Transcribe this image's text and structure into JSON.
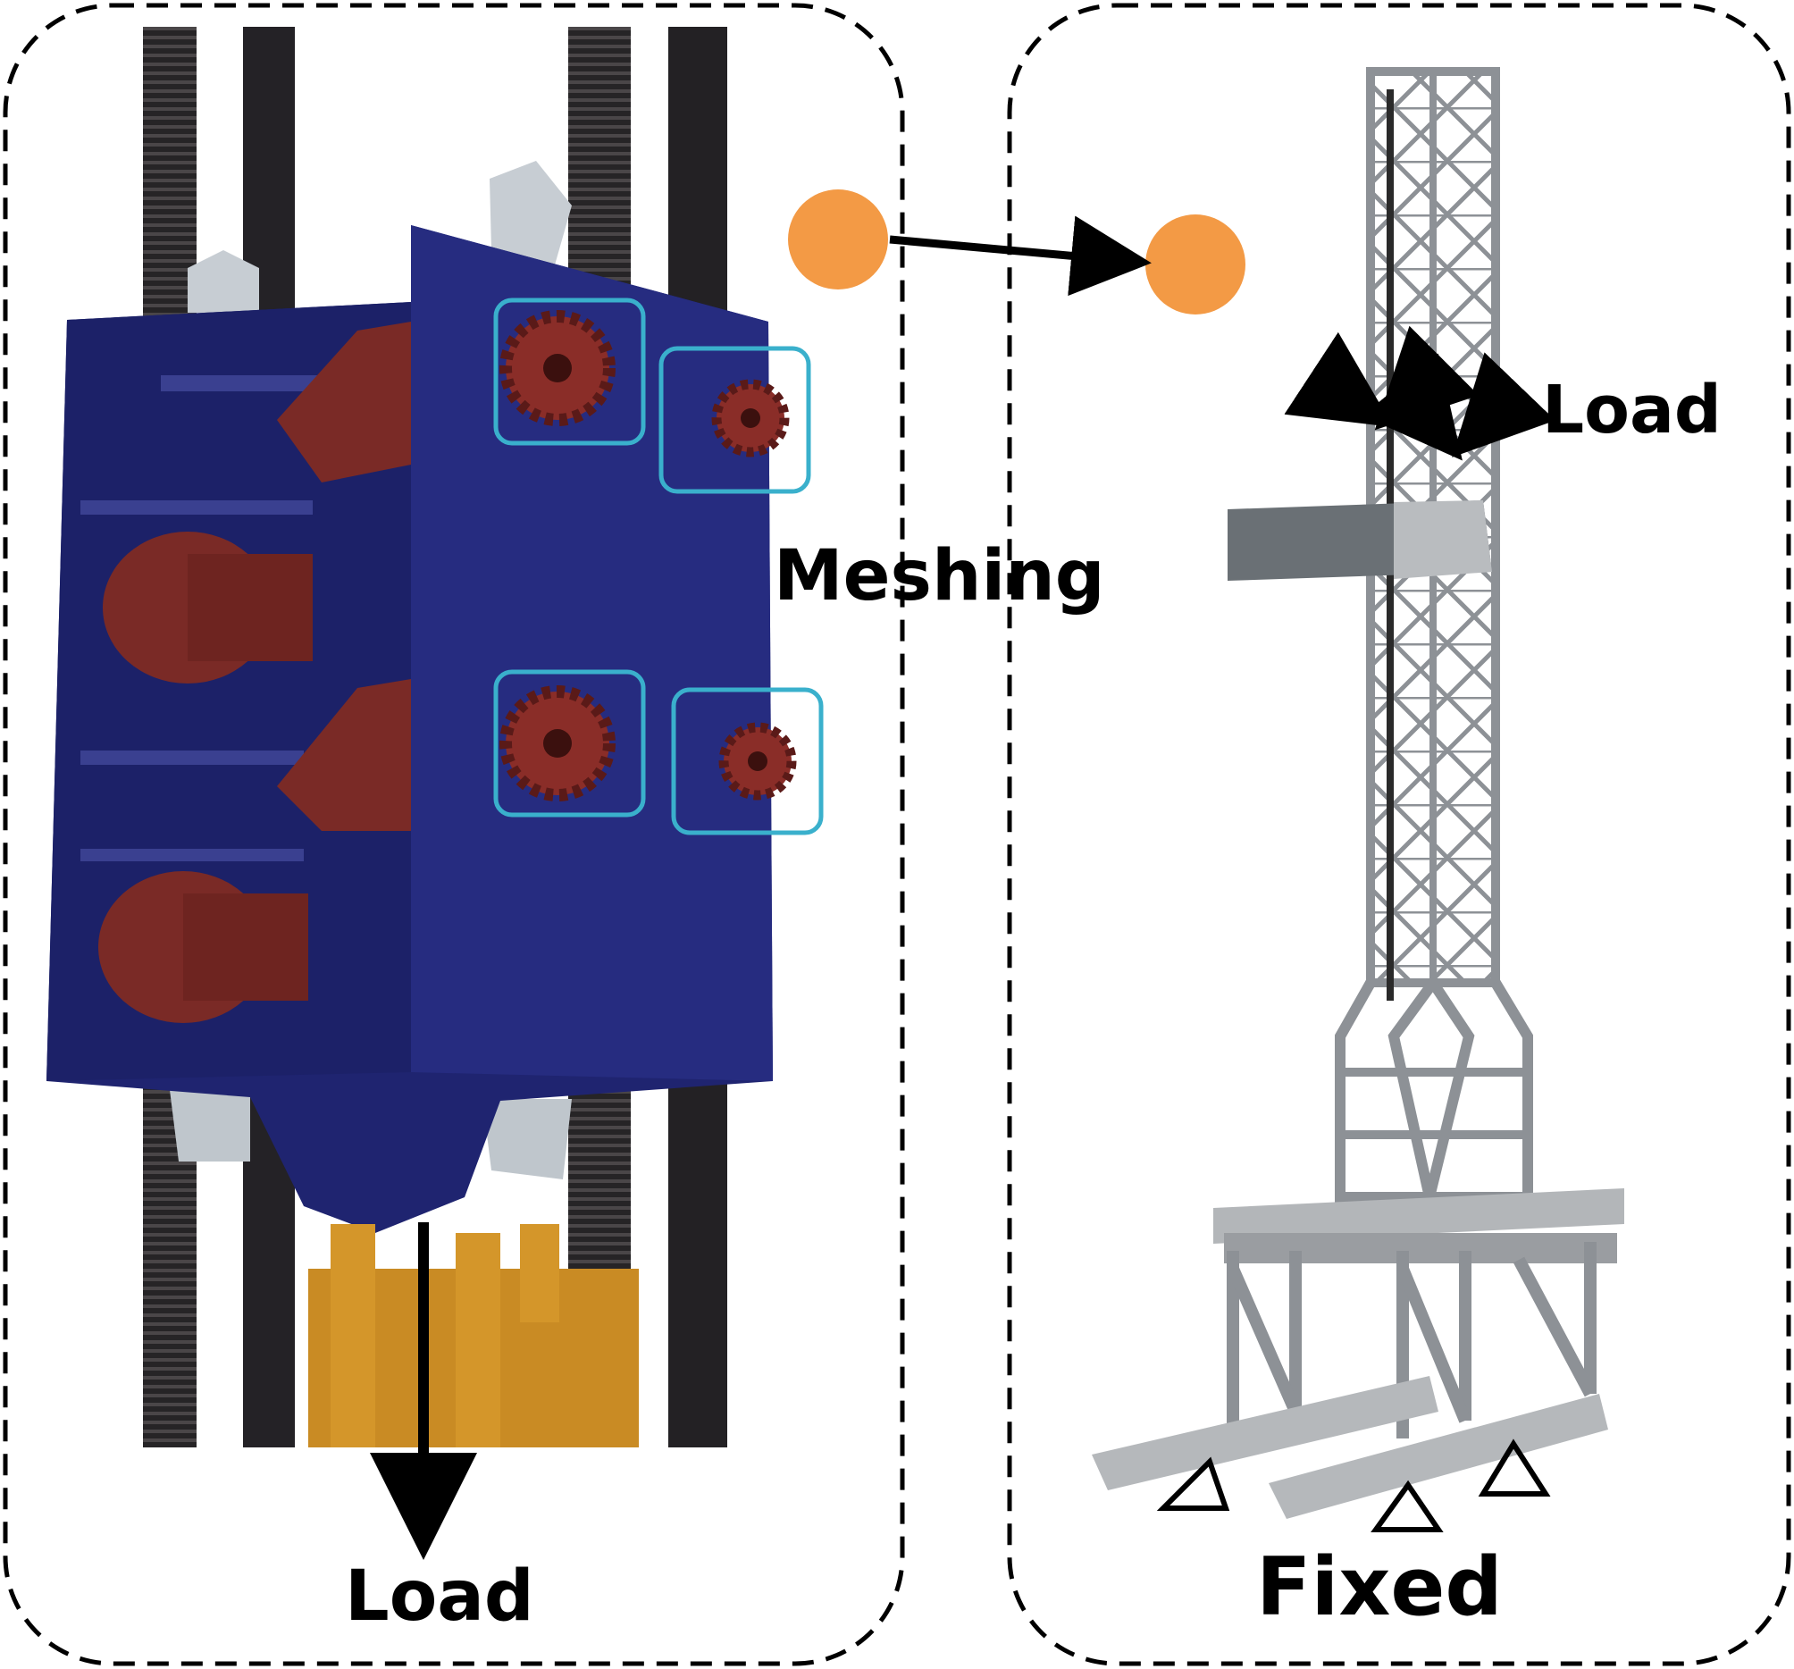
{
  "labels": {
    "load_bottom": "Load",
    "meshing": "Meshing",
    "load_top": "Load",
    "fixed": "Fixed"
  },
  "colors": {
    "frame_blue": "#1f2470",
    "gear_red": "#7a2a26",
    "rack_dark": "#262426",
    "highlight_box": "#3ab0cc",
    "node_orange": "#f39a45",
    "tower_gray": "#a4a8ac",
    "cylinder_gold": "#d4962a"
  },
  "icons": {
    "node": "orange-circle",
    "support": "triangle-support-icon",
    "arrow": "black-arrow-icon"
  }
}
